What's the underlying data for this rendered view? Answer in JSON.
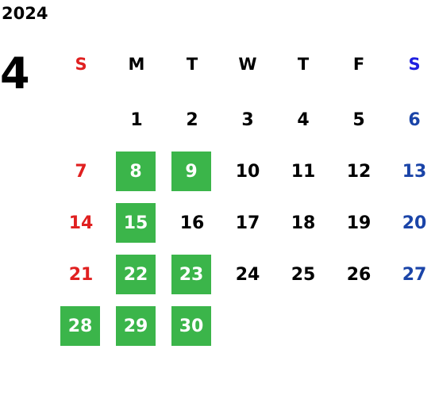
{
  "year": "2024",
  "month": "4",
  "colors": {
    "sunday": "#e02020",
    "saturday": "#1a44a8",
    "saturday_header": "#1f1fe0",
    "weekday": "#000000",
    "highlight_bg": "#3bb54a",
    "highlight_text": "#ffffff"
  },
  "weekdays": [
    "S",
    "M",
    "T",
    "W",
    "T",
    "F",
    "S"
  ],
  "weeks": [
    [
      {
        "label": ""
      },
      {
        "label": "1"
      },
      {
        "label": "2"
      },
      {
        "label": "3"
      },
      {
        "label": "4"
      },
      {
        "label": "5"
      },
      {
        "label": "6"
      }
    ],
    [
      {
        "label": "7"
      },
      {
        "label": "8",
        "highlight": true
      },
      {
        "label": "9",
        "highlight": true
      },
      {
        "label": "10"
      },
      {
        "label": "11"
      },
      {
        "label": "12"
      },
      {
        "label": "13"
      }
    ],
    [
      {
        "label": "14"
      },
      {
        "label": "15",
        "highlight": true
      },
      {
        "label": "16"
      },
      {
        "label": "17"
      },
      {
        "label": "18"
      },
      {
        "label": "19"
      },
      {
        "label": "20"
      }
    ],
    [
      {
        "label": "21"
      },
      {
        "label": "22",
        "highlight": true
      },
      {
        "label": "23",
        "highlight": true
      },
      {
        "label": "24"
      },
      {
        "label": "25"
      },
      {
        "label": "26"
      },
      {
        "label": "27"
      }
    ],
    [
      {
        "label": "28",
        "highlight": true
      },
      {
        "label": "29",
        "highlight": true
      },
      {
        "label": "30",
        "highlight": true
      },
      {
        "label": ""
      },
      {
        "label": ""
      },
      {
        "label": ""
      },
      {
        "label": ""
      }
    ]
  ]
}
